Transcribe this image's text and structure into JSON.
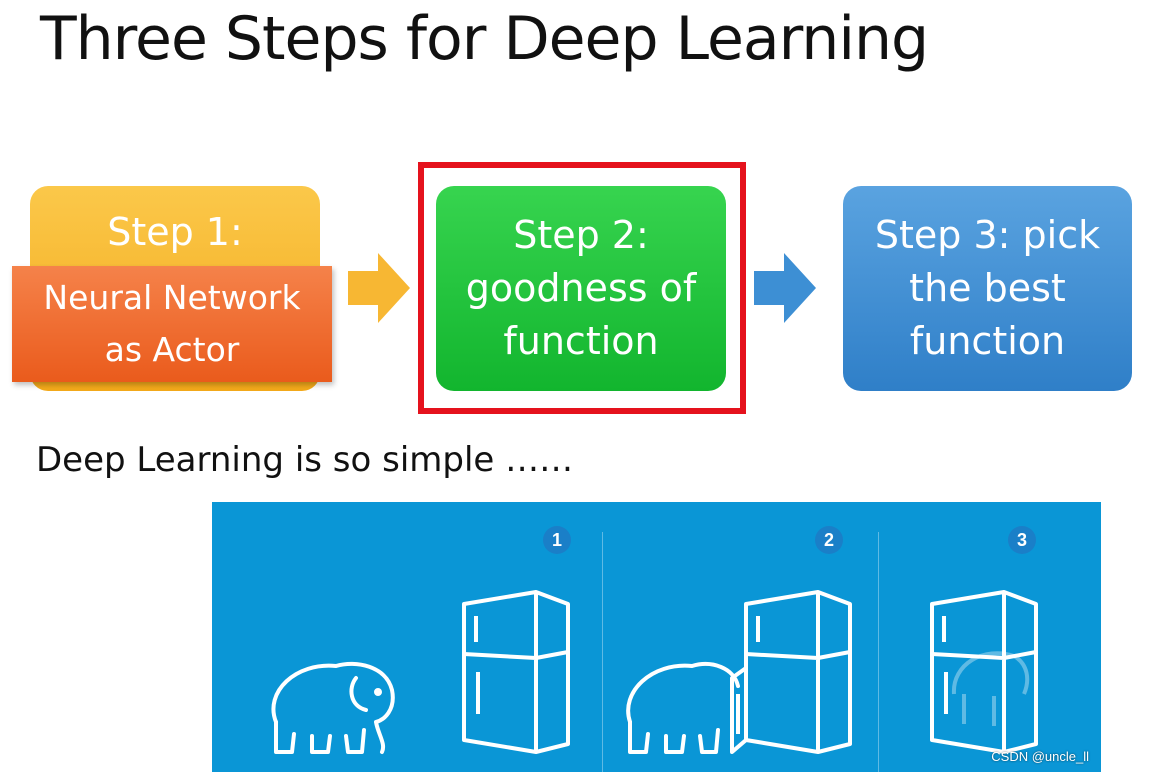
{
  "title": "Three Steps for Deep Learning",
  "steps": {
    "step1": {
      "heading": "Step 1:",
      "overlay": "Neural Network as Actor"
    },
    "step2": {
      "text": "Step 2: goodness of function"
    },
    "step3": {
      "text": "Step 3: pick the best function"
    }
  },
  "caption": "Deep Learning is so simple ……",
  "illustration": {
    "panels": [
      {
        "number": "1",
        "icon": "elephant-and-closed-fridge"
      },
      {
        "number": "2",
        "icon": "elephant-entering-open-fridge"
      },
      {
        "number": "3",
        "icon": "elephant-inside-fridge"
      }
    ]
  },
  "watermark": "CSDN @uncle_ll",
  "colors": {
    "step1_back": "#f3a91a",
    "step1_front": "#ea5b1c",
    "step2": "#12b52e",
    "step3": "#2f7fc8",
    "highlight": "#e5121d",
    "illustration_bg": "#0a96d6"
  }
}
